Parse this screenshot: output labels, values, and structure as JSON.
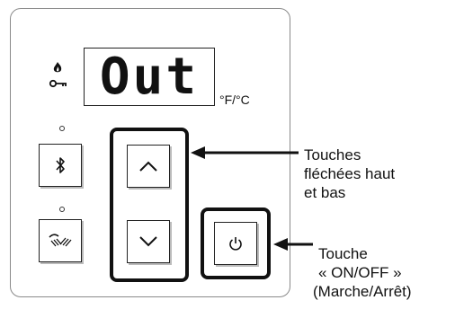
{
  "display": {
    "text": "Out",
    "unit": "°F/°C"
  },
  "callouts": {
    "arrows_label": [
      "Touches",
      "fléchées haut",
      "et bas"
    ],
    "power_label": [
      "Touche",
      "« ON/OFF »",
      "(Marche/Arrêt)"
    ]
  },
  "icons": [
    "flame-icon",
    "key-icon",
    "bluetooth-icon",
    "jet-icon",
    "up-arrow-icon",
    "down-arrow-icon",
    "power-icon"
  ]
}
